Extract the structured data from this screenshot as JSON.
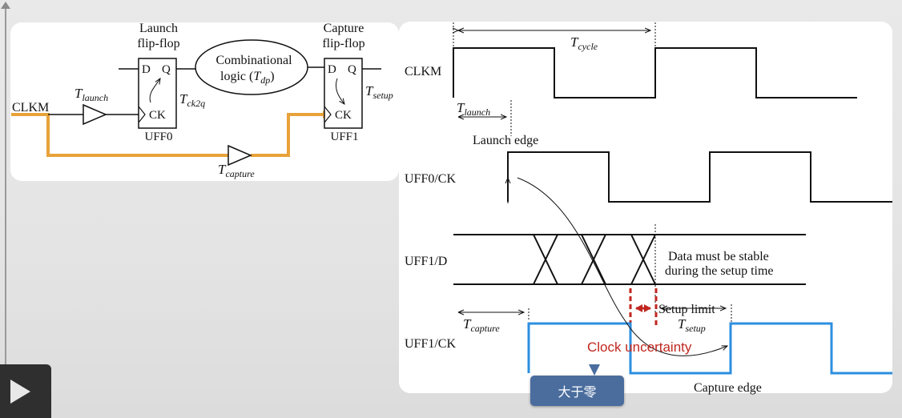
{
  "left": {
    "launch_ff": [
      "Launch",
      "flip-flop"
    ],
    "capture_ff": [
      "Capture",
      "flip-flop"
    ],
    "comb_logic": [
      "Combinational",
      "logic ("
    ],
    "comb_T": "T",
    "comb_T_sub": "dp",
    "comb_close": ")",
    "D": "D",
    "Q": "Q",
    "CK": "CK",
    "clkm": "CLKM",
    "T": "T",
    "t_launch": "launch",
    "t_ck2q": "ck2q",
    "t_setup": "setup",
    "t_capture": "capture",
    "uff0": "UFF0",
    "uff1": "UFF1"
  },
  "right": {
    "t_cycle": "cycle",
    "clkm": "CLKM",
    "t_launch": "launch",
    "launch_edge": "Launch edge",
    "uff0_ck": "UFF0/CK",
    "uff1_d": "UFF1/D",
    "stable_1": "Data must be stable",
    "stable_2": "during the setup time",
    "setup_limit": "Setup limit",
    "t_setup": "setup",
    "t_capture": "capture",
    "uff1_ck": "UFF1/CK",
    "uncertainty": "Clock uncertainty",
    "capture_edge": "Capture edge"
  },
  "badge": "大于零",
  "colors": {
    "orange": "#e8a23a",
    "blue": "#2c8fe0",
    "red": "#c0271f",
    "badge": "#4a6d9e"
  },
  "icons": [
    "play-icon",
    "up-arrow-icon"
  ]
}
